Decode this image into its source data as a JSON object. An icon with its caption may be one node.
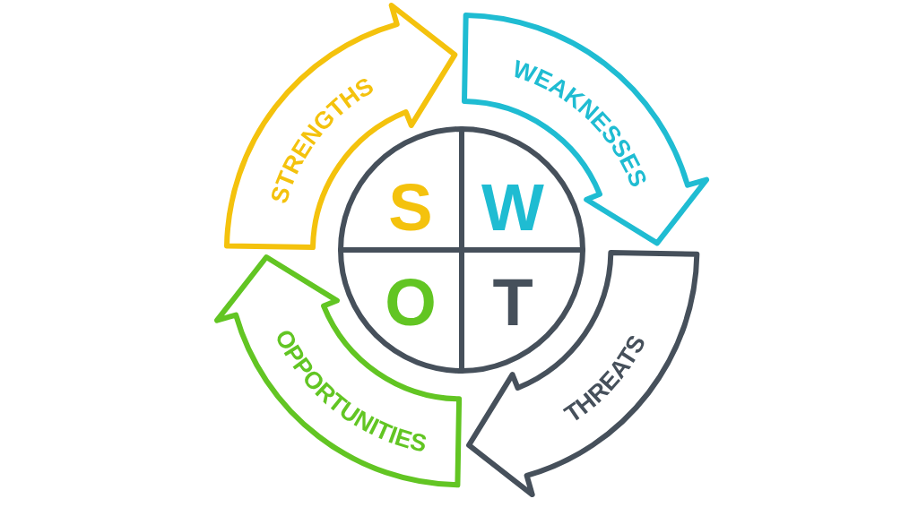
{
  "diagram": {
    "nodes": [
      {
        "text": [
          "STRENGTHS"
        ]
      },
      {
        "text": [
          "WEAKNESSES"
        ]
      },
      {
        "text": [
          "S"
        ]
      },
      {
        "text": [
          "W"
        ]
      },
      {
        "text": [
          "O"
        ]
      },
      {
        "text": [
          "T"
        ]
      },
      {
        "text": [
          "OPPORTUNITIES"
        ]
      },
      {
        "text": [
          "THREATS"
        ]
      }
    ]
  }
}
